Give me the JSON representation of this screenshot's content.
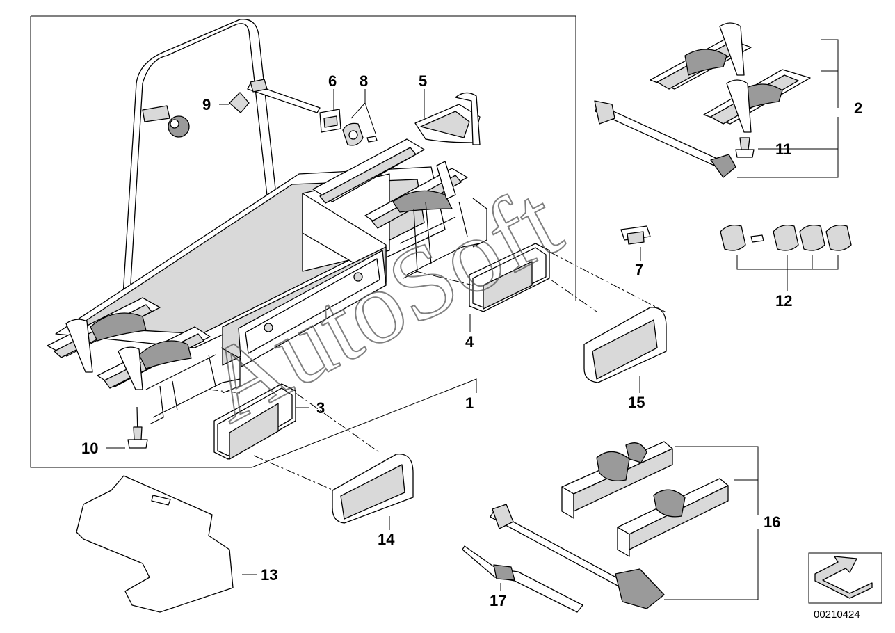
{
  "diagram": {
    "watermark": "AutoSoft",
    "document_number": "00210424",
    "callouts": [
      "1",
      "2",
      "3",
      "4",
      "5",
      "6",
      "7",
      "8",
      "9",
      "10",
      "11",
      "12",
      "13",
      "14",
      "15",
      "16",
      "17"
    ]
  }
}
